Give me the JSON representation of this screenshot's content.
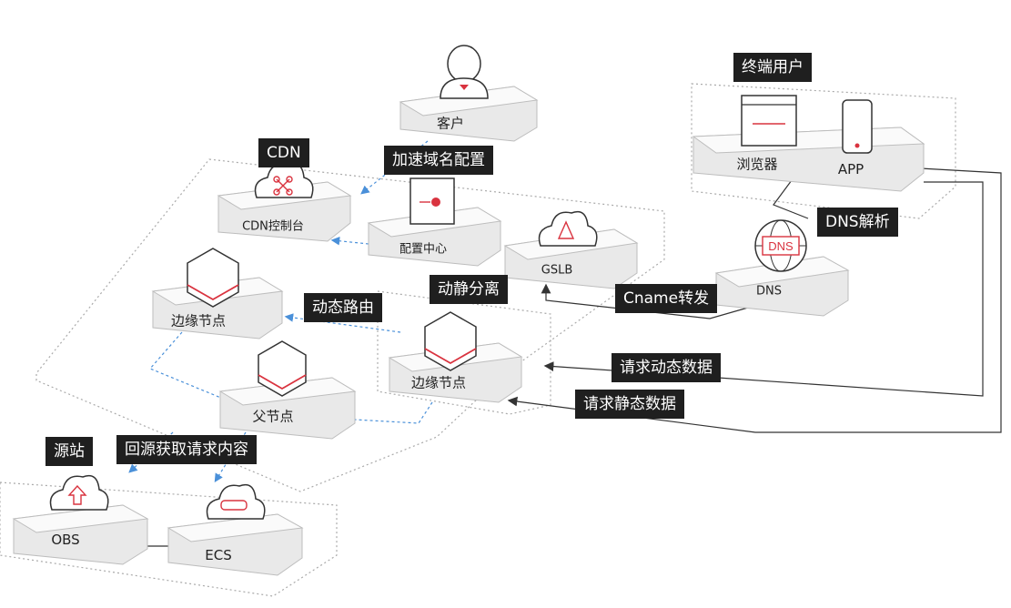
{
  "groups": {
    "cdn": "CDN",
    "accel_domain_config": "加速域名配置",
    "dynamic_static_separation": "动静分离",
    "end_user": "终端用户",
    "origin": "源站",
    "back_to_origin": "回源获取请求内容"
  },
  "nodes": {
    "customer": "客户",
    "cdn_console": "CDN控制台",
    "config_center": "配置中心",
    "gslb": "GSLB",
    "edge_node_left": "边缘节点",
    "edge_node_center": "边缘节点",
    "parent_node": "父节点",
    "browser": "浏览器",
    "app": "APP",
    "dns": "DNS",
    "obs": "OBS",
    "ecs": "ECS"
  },
  "flows": {
    "dns_resolution": "DNS解析",
    "cname_forward": "Cname转发",
    "dynamic_routing": "动态路由",
    "request_dynamic": "请求动态数据",
    "request_static": "请求静态数据"
  },
  "icon_text": {
    "dns_badge": "DNS"
  },
  "colors": {
    "accent": "#d9333f",
    "tag_bg": "#1f1f1f",
    "line": "#333333",
    "dashed": "#4a90d9"
  }
}
